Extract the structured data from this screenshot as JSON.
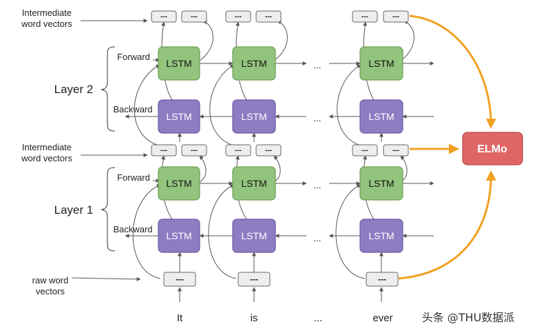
{
  "labels": {
    "intermediate_top": [
      "Intermediate",
      "word vectors"
    ],
    "intermediate_mid": [
      "Intermediate",
      "word vectors"
    ],
    "raw": [
      "raw word",
      "vectors"
    ],
    "layer2": "Layer 2",
    "layer1": "Layer 1",
    "forward": "Forward",
    "backward": "Backward",
    "lstm": "LSTM",
    "vector_placeholder": "---",
    "ellipsis": "...",
    "elmo": "ELMo",
    "watermark": "头条 @THU数据派"
  },
  "tokens": [
    "It",
    "is",
    "...",
    "ever"
  ],
  "colors": {
    "forward_fill": "#93c47d",
    "forward_stroke": "#6a9f55",
    "backward_fill": "#8e7cc3",
    "backward_stroke": "#6a5aa0",
    "elmo_fill": "#e06666",
    "elmo_stroke": "#b94a4a",
    "orange": "#f0a020",
    "vector_fill": "#eeeeee"
  }
}
